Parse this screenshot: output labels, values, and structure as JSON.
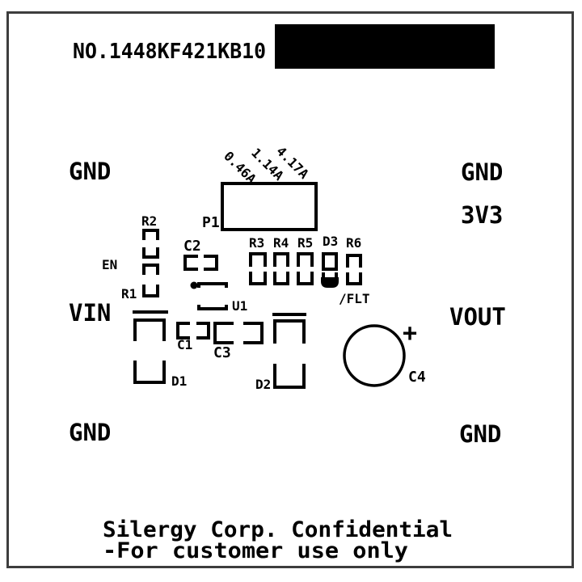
{
  "pcb": {
    "part_number": "NO.1448KF421KB10",
    "currents": [
      "0.46A",
      "1.14A",
      "4.17A"
    ],
    "nets": {
      "gnd_top_left": "GND",
      "gnd_top_right": "GND",
      "rail_3v3": "3V3",
      "vin": "VIN",
      "vout": "VOUT",
      "gnd_bottom_left": "GND",
      "gnd_bottom_right": "GND",
      "enable": "EN",
      "fault": "/FLT"
    },
    "refdes": {
      "p1": "P1",
      "u1": "U1",
      "r1": "R1",
      "r2": "R2",
      "r3": "R3",
      "r4": "R4",
      "r5": "R5",
      "r6": "R6",
      "c1": "C1",
      "c2": "C2",
      "c3": "C3",
      "c4": "C4",
      "d1": "D1",
      "d2": "D2",
      "d3": "D3"
    },
    "c4_polarity": "+",
    "footer": {
      "line1": "Silergy Corp. Confidential",
      "line2": "-For customer use only"
    },
    "colors": {
      "silkscreen": "#000000",
      "background": "#ffffff",
      "border": "#3d3d3d",
      "redaction": "#000000"
    }
  }
}
